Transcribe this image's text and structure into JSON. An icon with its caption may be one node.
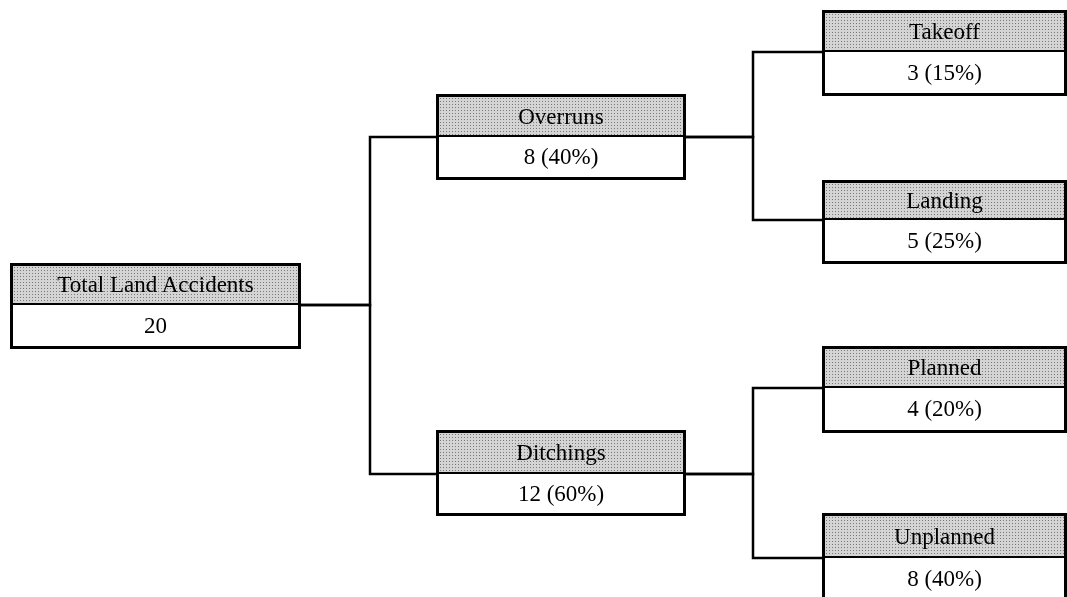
{
  "diagram": {
    "nodes": [
      {
        "text": [
          "Total Land Accidents",
          "20"
        ]
      },
      {
        "text": [
          "Overruns",
          "8 (40%)"
        ]
      },
      {
        "text": [
          "Ditchings",
          "12 (60%)"
        ]
      },
      {
        "text": [
          "Takeoff",
          "3 (15%)"
        ]
      },
      {
        "text": [
          "Landing",
          "5 (25%)"
        ]
      },
      {
        "text": [
          "Planned",
          "4 (20%)"
        ]
      },
      {
        "text": [
          "Unplanned",
          "8 (40%)"
        ]
      }
    ],
    "edges": [
      {
        "from": 0,
        "to": 1,
        "arrow": "none"
      },
      {
        "from": 0,
        "to": 2,
        "arrow": "none"
      },
      {
        "from": 1,
        "to": 3,
        "arrow": "none"
      },
      {
        "from": 1,
        "to": 4,
        "arrow": "none"
      },
      {
        "from": 2,
        "to": 5,
        "arrow": "none"
      },
      {
        "from": 2,
        "to": 6,
        "arrow": "none"
      }
    ]
  }
}
